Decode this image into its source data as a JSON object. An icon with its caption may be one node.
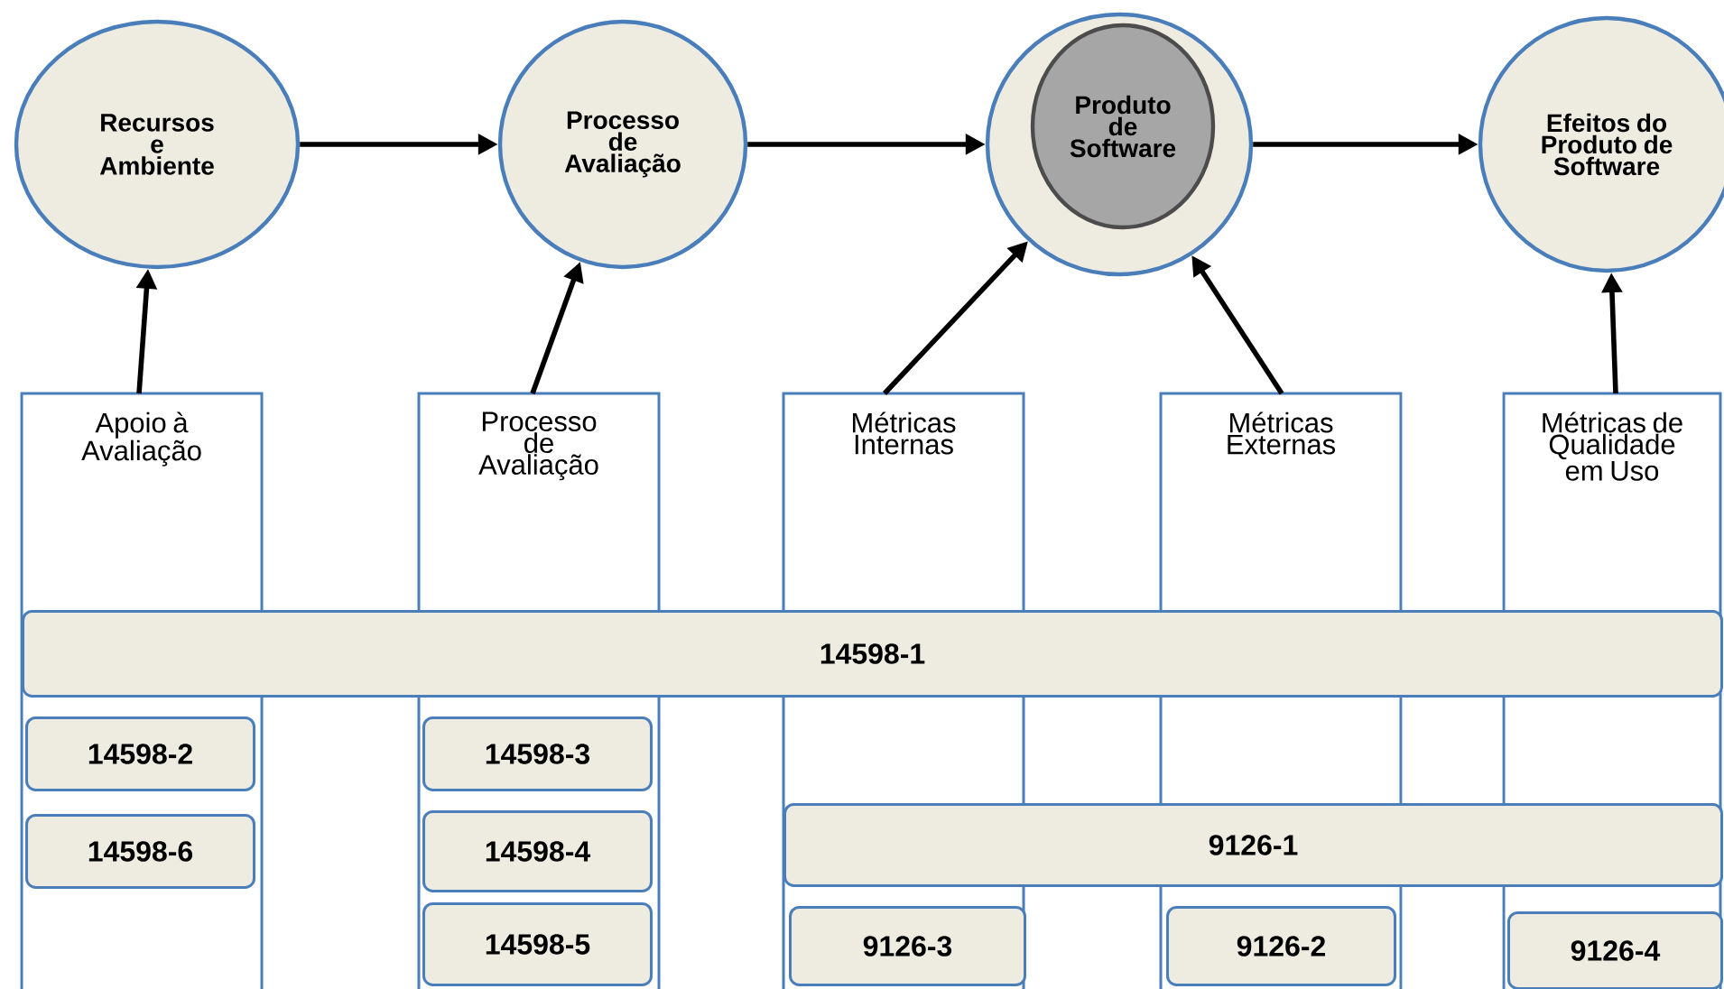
{
  "diagram": {
    "nodes": [
      {
        "text": [
          "Recursos e Ambiente"
        ]
      },
      {
        "text": [
          "Processo de Avaliação"
        ]
      },
      {
        "text": [],
        "shape": "circle"
      },
      {
        "text": [
          "Produto de Software"
        ],
        "in": 2
      },
      {
        "text": [
          "Efeitos do Produto de Software"
        ]
      },
      {
        "text": [
          "Apoio à Avaliação"
        ]
      },
      {
        "text": [
          "Processo de Avaliação"
        ]
      },
      {
        "text": [
          "Métricas Internas"
        ]
      },
      {
        "text": [
          "Métricas Externas"
        ]
      },
      {
        "text": [
          "Métricas de Qualidade em Uso"
        ]
      },
      {
        "text": [
          "14598-1"
        ]
      },
      {
        "text": [
          "14598-2"
        ],
        "in": 5
      },
      {
        "text": [
          "14598-3"
        ],
        "in": 6
      },
      {
        "text": [
          "9126-1"
        ]
      },
      {
        "text": [
          "14598-6"
        ],
        "in": 5
      },
      {
        "text": [
          "14598-4"
        ],
        "in": 6
      },
      {
        "text": [
          "9126-3"
        ],
        "in": 7
      },
      {
        "text": [
          "14598-5"
        ],
        "in": 6
      },
      {
        "text": [
          "9126-2"
        ],
        "in": 8
      },
      {
        "text": [
          "9126-4"
        ],
        "in": 9
      }
    ],
    "edges": [
      {
        "from": 0,
        "to": 1,
        "arrow": "to"
      },
      {
        "from": 1,
        "to": 2,
        "arrow": "to"
      },
      {
        "from": 2,
        "to": 4,
        "arrow": "to"
      },
      {
        "from": 5,
        "to": 0,
        "arrow": "to"
      },
      {
        "from": 6,
        "to": 1,
        "arrow": "to"
      },
      {
        "from": 7,
        "to": 2,
        "arrow": "to"
      },
      {
        "from": 8,
        "to": 2,
        "arrow": "to"
      },
      {
        "from": 9,
        "to": 4,
        "arrow": "to"
      }
    ]
  }
}
